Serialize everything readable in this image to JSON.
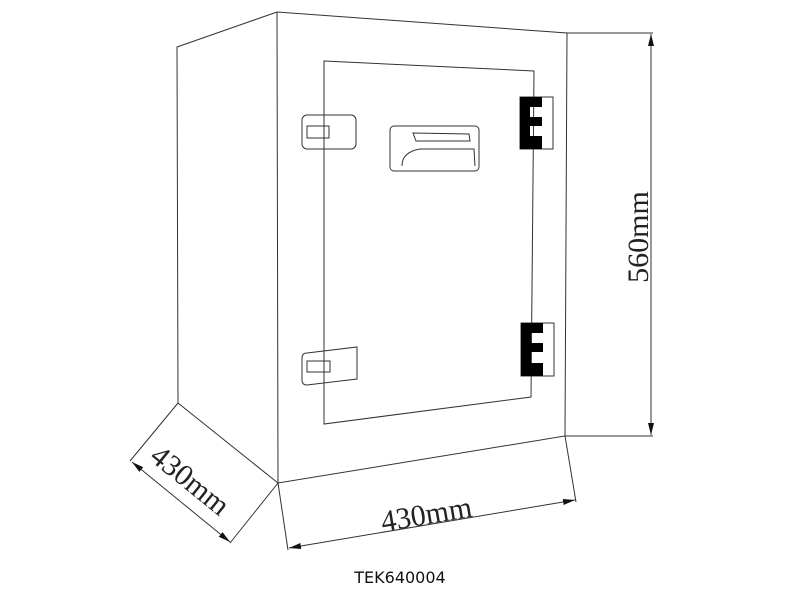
{
  "drawing": {
    "caption": "TEK640004",
    "dimensions": {
      "height": "560mm",
      "width": "430mm",
      "depth": "430mm"
    }
  }
}
